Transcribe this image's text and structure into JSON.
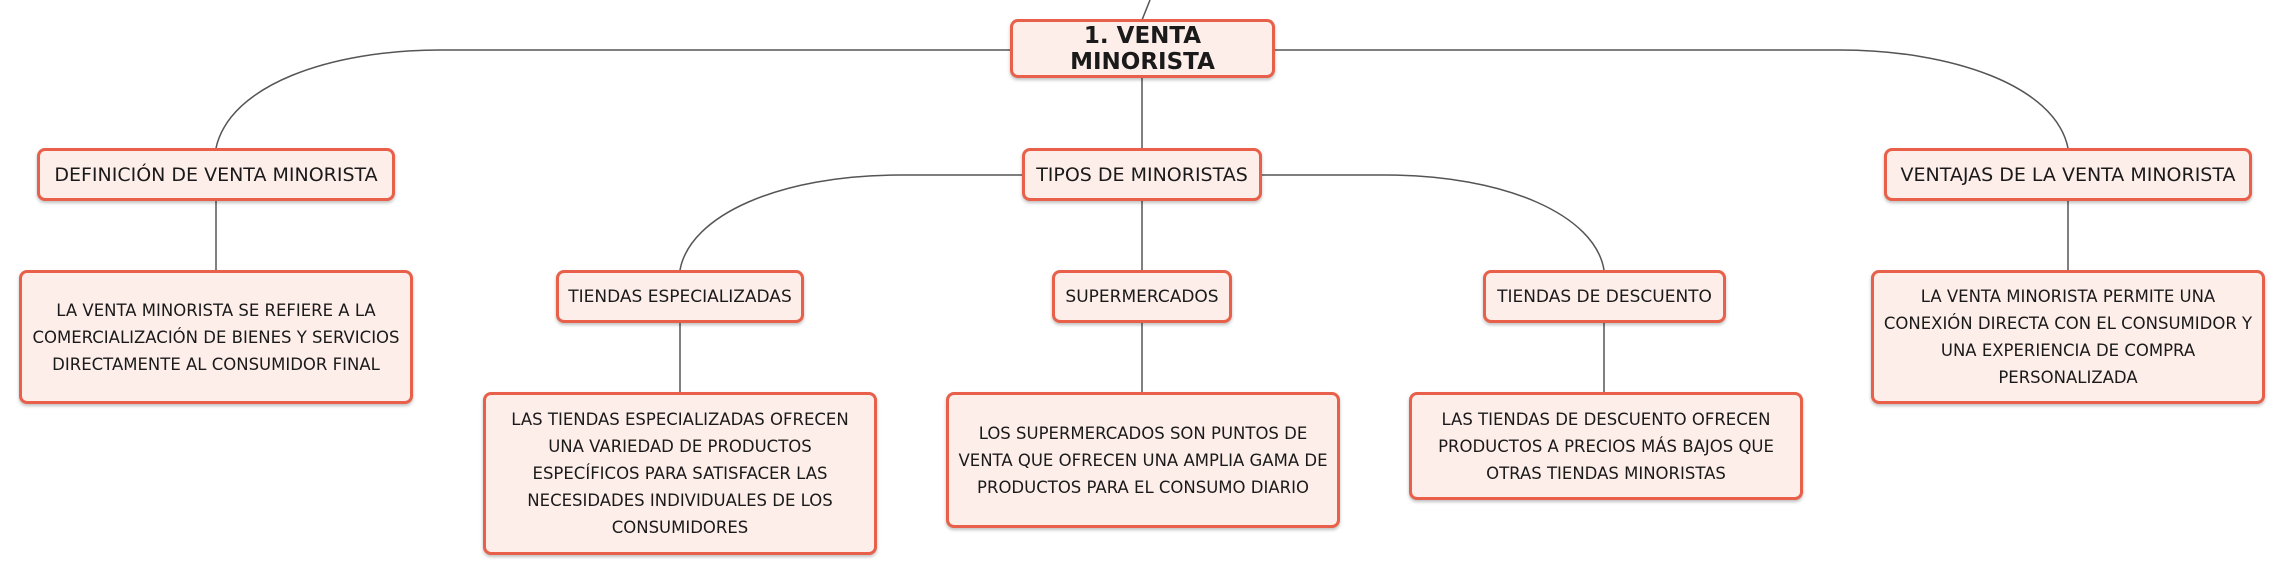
{
  "root": {
    "label": "1. VENTA MINORISTA"
  },
  "definicion": {
    "label": "DEFINICIÓN DE VENTA MINORISTA",
    "description": "LA VENTA MINORISTA SE REFIERE A LA COMERCIALIZACIÓN DE BIENES Y SERVICIOS DIRECTAMENTE AL CONSUMIDOR FINAL"
  },
  "tipos": {
    "label": "TIPOS DE MINORISTAS",
    "especializadas": {
      "label": "TIENDAS ESPECIALIZADAS",
      "description": "LAS TIENDAS ESPECIALIZADAS OFRECEN UNA VARIEDAD DE PRODUCTOS ESPECÍFICOS PARA SATISFACER LAS NECESIDADES INDIVIDUALES DE LOS CONSUMIDORES"
    },
    "supermercados": {
      "label": "SUPERMERCADOS",
      "description": "LOS SUPERMERCADOS SON PUNTOS DE VENTA QUE OFRECEN UNA AMPLIA GAMA DE PRODUCTOS PARA EL CONSUMO DIARIO"
    },
    "descuento": {
      "label": "TIENDAS DE DESCUENTO",
      "description": "LAS TIENDAS DE DESCUENTO OFRECEN PRODUCTOS A PRECIOS MÁS BAJOS QUE OTRAS TIENDAS MINORISTAS"
    }
  },
  "ventajas": {
    "label": "VENTAJAS DE LA VENTA MINORISTA",
    "description": "LA VENTA MINORISTA PERMITE UNA CONEXIÓN DIRECTA CON EL CONSUMIDOR Y UNA EXPERIENCIA DE COMPRA PERSONALIZADA"
  },
  "colors": {
    "border": "#e8604a",
    "fill": "#fdeeea",
    "line": "#555555"
  }
}
